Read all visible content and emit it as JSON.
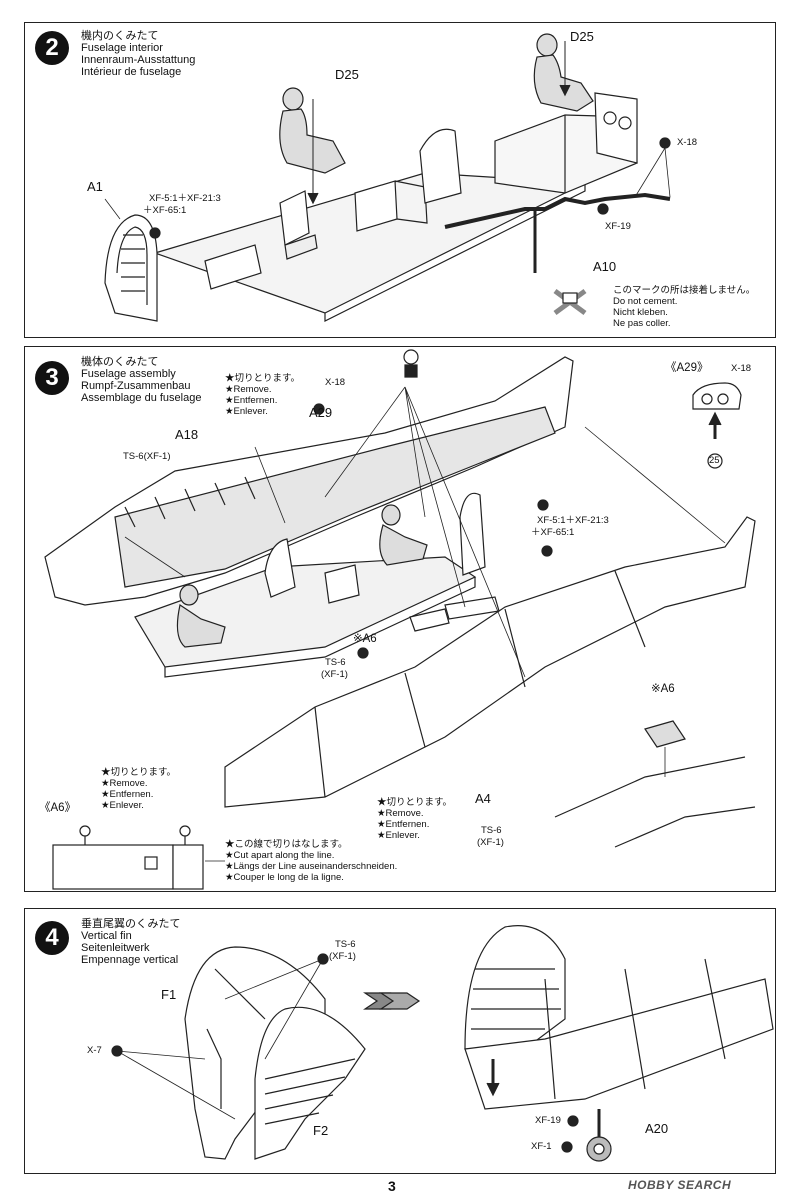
{
  "step2": {
    "number": "2",
    "title_jp": "機内のくみたて",
    "title_en": "Fuselage interior",
    "title_de": "Innenraum-Ausstattung",
    "title_fr": "Intérieur de fuselage",
    "labels": {
      "d25_left": "D25",
      "d25_right": "D25",
      "a1": "A1",
      "a10": "A10",
      "paint_mix_1": "XF-5:1＋XF-21:3",
      "paint_mix_2": "＋XF-65:1",
      "paint_x18": "X-18",
      "paint_xf19": "XF-19"
    },
    "no_cement": {
      "jp": "このマークの所は接着しません。",
      "en": "Do not cement.",
      "de": "Nicht kleben.",
      "fr": "Ne pas coller."
    }
  },
  "step3": {
    "number": "3",
    "title_jp": "機体のくみたて",
    "title_en": "Fuselage assembly",
    "title_de": "Rumpf-Zusammenbau",
    "title_fr": "Assemblage du fuselage",
    "remove_note_1": [
      "★切りとります。",
      "★Remove.",
      "★Entfernen.",
      "★Enlever."
    ],
    "remove_note_2": [
      "★切りとります。",
      "★Remove.",
      "★Entfernen.",
      "★Enlever."
    ],
    "remove_note_3": [
      "★切りとります。",
      "★Remove.",
      "★Entfernen.",
      "★Enlever."
    ],
    "cut_note": [
      "★この線で切りはなします。",
      "★Cut apart along the line.",
      "★Längs der Line auseinanderschneiden.",
      "★Couper le long de la ligne."
    ],
    "labels": {
      "x18": "X-18",
      "a29": "A29",
      "a18": "A18",
      "ts6_top": "TS-6(XF-1)",
      "a29_detail": "《A29》",
      "x18_detail": "X-18",
      "circle_25": "25",
      "paint_mix_1": "XF-5:1＋XF-21:3",
      "paint_mix_2": "＋XF-65:1",
      "a6_mid": "※A6",
      "ts6_mid_1": "TS-6",
      "ts6_mid_2": "(XF-1)",
      "a6_detail": "※A6",
      "a6_box": "《A6》",
      "a4": "A4",
      "ts6_bot_1": "TS-6",
      "ts6_bot_2": "(XF-1)"
    }
  },
  "step4": {
    "number": "4",
    "title_jp": "垂直尾翼のくみたて",
    "title_en": "Vertical fin",
    "title_de": "Seitenleitwerk",
    "title_fr": "Empennage vertical",
    "labels": {
      "ts6_1": "TS-6",
      "ts6_2": "(XF-1)",
      "f1": "F1",
      "f2": "F2",
      "x7": "X-7",
      "xf19": "XF-19",
      "xf1": "XF-1",
      "a20": "A20"
    }
  },
  "footer": {
    "page_number": "3",
    "watermark": "HOBBY SEARCH"
  }
}
